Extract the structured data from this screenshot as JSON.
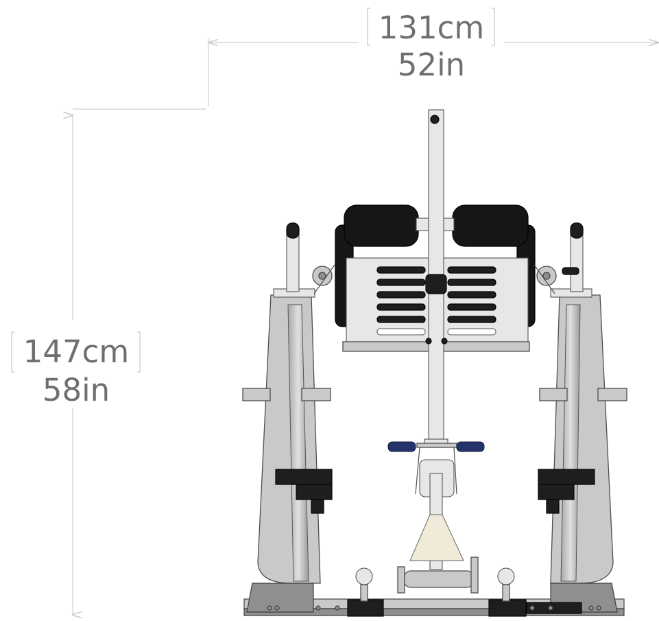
{
  "dimensions": {
    "width_cm": "131cm",
    "width_in": "52in",
    "height_cm": "147cm",
    "height_in": "58in"
  },
  "colors": {
    "frame": "#c9c9c9",
    "frame_dark": "#8f8f8f",
    "pads": "#161616",
    "handles": "#25336b",
    "dimension_text": "#6f6f6f"
  }
}
